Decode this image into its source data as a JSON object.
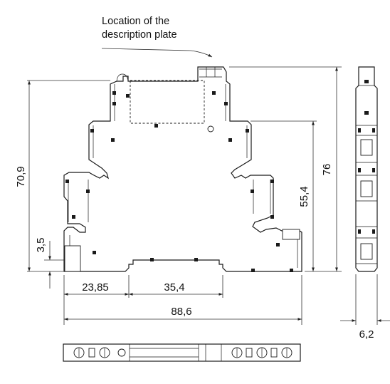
{
  "annotation": {
    "line1": "Location of the",
    "line2": "description plate"
  },
  "dimensions": {
    "overall_width": "88,6",
    "first_offset": "23,85",
    "second_offset": "35,4",
    "left_height": "70,9",
    "rail_height": "3,5",
    "right_height": "55,4",
    "total_height": "76",
    "side_width": "6,2"
  },
  "colors": {
    "line": "#1a1a1a",
    "background": "#ffffff"
  }
}
